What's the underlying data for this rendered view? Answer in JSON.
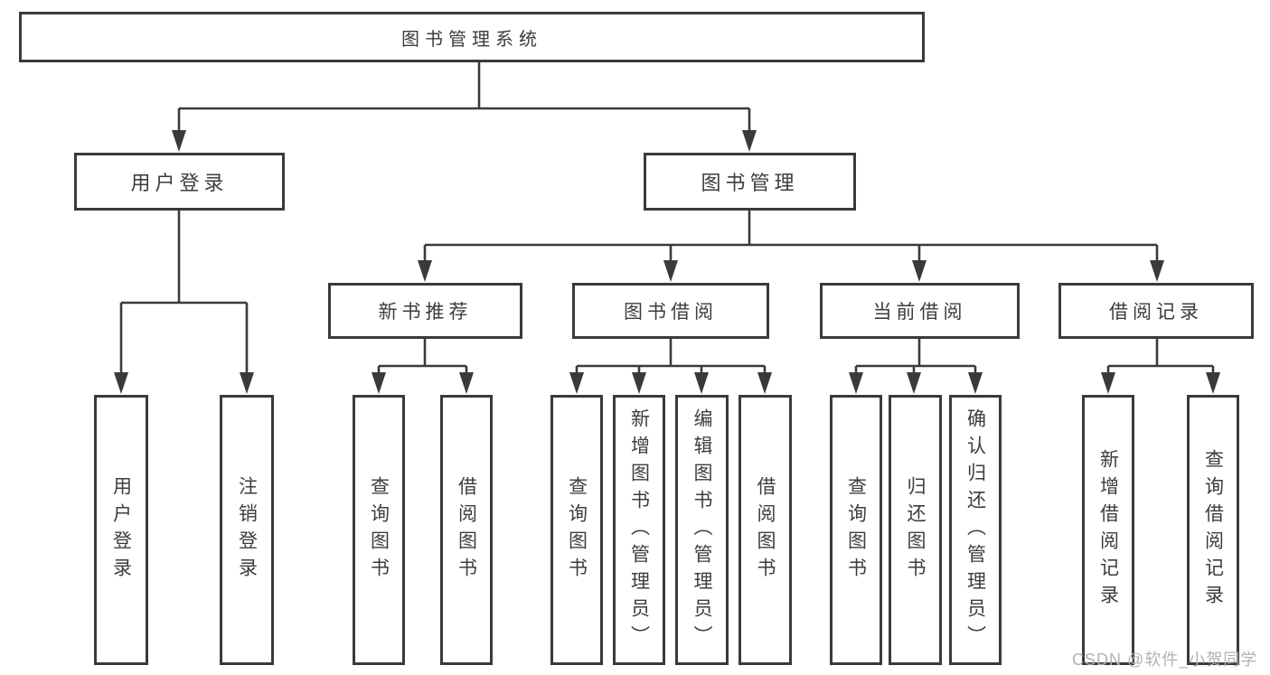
{
  "colors": {
    "line": "#3a3a3a",
    "text": "#3d3d3d",
    "box_background": "#ffffff",
    "watermark_text_color": "#b2b2b2",
    "page_background": "#ffffff"
  },
  "diagram": {
    "root": {
      "label": "图书管理系统"
    },
    "level2": [
      {
        "label": "用户登录"
      },
      {
        "label": "图书管理"
      }
    ],
    "level3": [
      {
        "label": "新书推荐"
      },
      {
        "label": "图书借阅"
      },
      {
        "label": "当前借阅"
      },
      {
        "label": "借阅记录"
      }
    ],
    "leaves": {
      "user_login": [
        {
          "label": "用户登录"
        },
        {
          "label": "注销登录"
        }
      ],
      "new_book_recommend": [
        {
          "label": "查询图书"
        },
        {
          "label": "借阅图书"
        }
      ],
      "book_borrow": [
        {
          "label": "查询图书"
        },
        {
          "label": "新增图书（管理员）"
        },
        {
          "label": "编辑图书（管理员）"
        },
        {
          "label": "借阅图书"
        }
      ],
      "current_borrow": [
        {
          "label": "查询图书"
        },
        {
          "label": "归还图书"
        },
        {
          "label": "确认归还（管理员）"
        }
      ],
      "borrow_record": [
        {
          "label": "新增借阅记录"
        },
        {
          "label": "查询借阅记录"
        }
      ]
    }
  },
  "watermark": {
    "text": "CSDN @软件_小贺同学"
  }
}
